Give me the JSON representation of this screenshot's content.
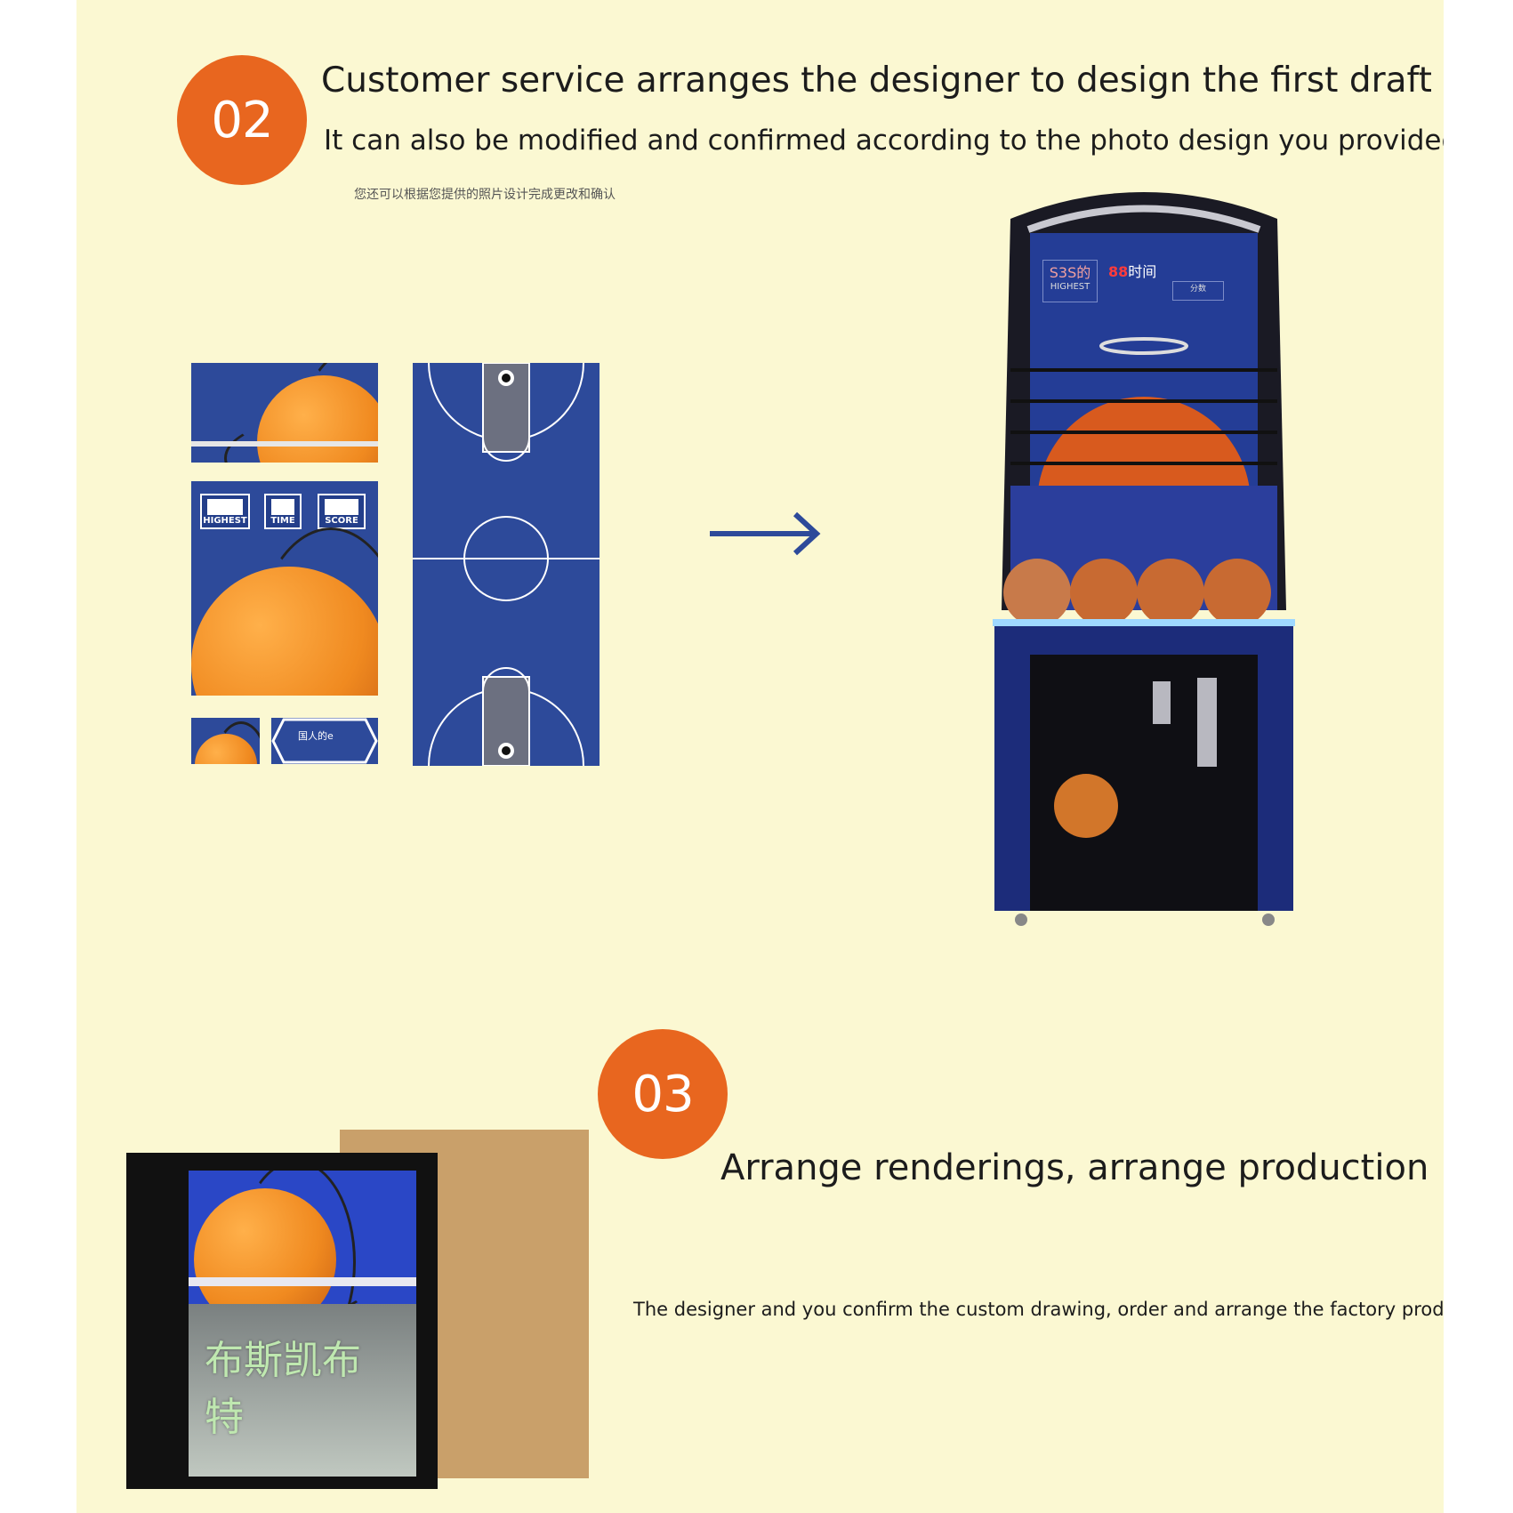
{
  "step2": {
    "number": "02",
    "title": "Customer service arranges the designer to design the first draft",
    "subtitle": "It can also be modified and confirmed according to the photo design you provided",
    "subtitle_cn": "您还可以根据您提供的照片设计完成更改和确认"
  },
  "design_sheet": {
    "labels": [
      "HIGHEST",
      "TIME",
      "SCORE"
    ],
    "small_panel_text": "国人的e"
  },
  "machine": {
    "display_left": "S3S的",
    "display_left_sub": "HIGHEST",
    "display_mid": "时间",
    "display_right_sub": "分数"
  },
  "step3": {
    "number": "03",
    "title": "Arrange renderings, arrange production",
    "description": "The designer and you confirm the custom drawing, order and arrange the factory production"
  },
  "packaged": {
    "overlay_text_line1": "布斯凯布",
    "overlay_text_line2": "特"
  },
  "colors": {
    "background": "#fbf8d2",
    "accent": "#e8661f",
    "court_blue": "#2d4a9a"
  }
}
